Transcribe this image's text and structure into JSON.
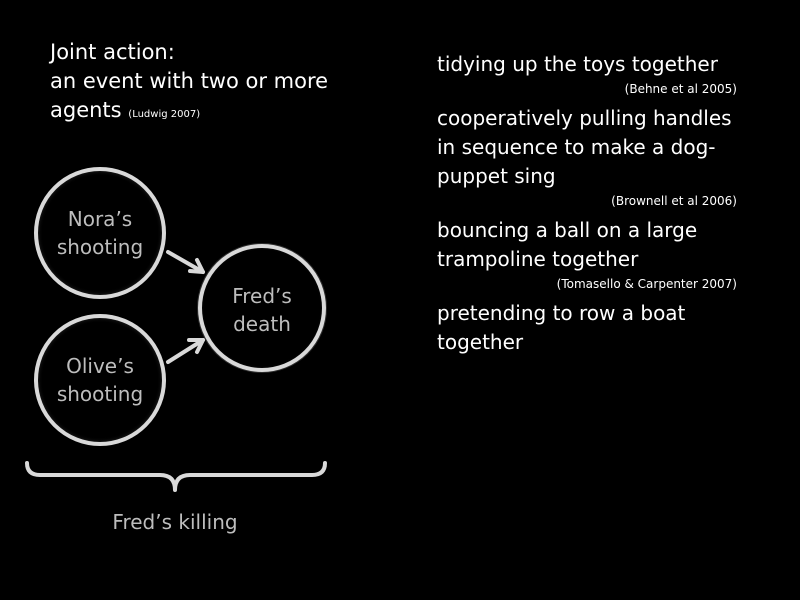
{
  "title": {
    "line1": "Joint action:",
    "line2": "an event with two or more",
    "line3": "agents",
    "citation": "(Ludwig 2007)"
  },
  "diagram": {
    "nodes": [
      {
        "id": "nora",
        "line1": "Nora’s",
        "line2": "shooting"
      },
      {
        "id": "olive",
        "line1": "Olive’s",
        "line2": "shooting"
      },
      {
        "id": "fred",
        "line1": "Fred’s",
        "line2": "death"
      }
    ],
    "brace_label": "Fred’s killing",
    "colors": {
      "circle_stroke": "#d9d9d9",
      "label_text": "#bdbdbd",
      "background": "#000000"
    }
  },
  "examples": [
    {
      "text": "tidying up the toys together",
      "citation": "(Behne et al 2005)"
    },
    {
      "text": "cooperatively pulling handles in sequence to make a dog-puppet sing",
      "citation": "(Brownell et al 2006)"
    },
    {
      "text": "bouncing a ball on a large trampoline together",
      "citation": "(Tomasello & Carpenter 2007)"
    },
    {
      "text": "pretending to row a boat together",
      "citation": ""
    }
  ]
}
